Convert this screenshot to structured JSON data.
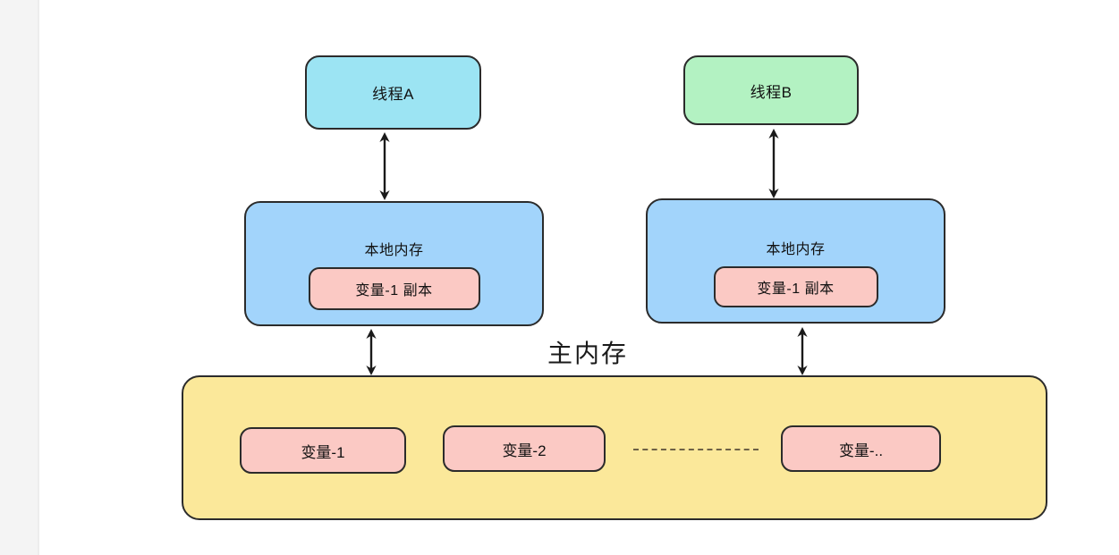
{
  "diagram": {
    "title_main_memory": "主内存",
    "threads": [
      {
        "id": "thread-a",
        "label": "线程A",
        "color": "#9ce4f3"
      },
      {
        "id": "thread-b",
        "label": "线程B",
        "color": "#b3f2c2"
      }
    ],
    "local_memories": [
      {
        "id": "local-mem-a",
        "label": "本地内存",
        "variable": "变量-1 副本",
        "color": "#a2d4fb",
        "variable_color": "#fbc9c4"
      },
      {
        "id": "local-mem-b",
        "label": "本地内存",
        "variable": "变量-1 副本",
        "color": "#a2d4fb",
        "variable_color": "#fbc9c4"
      }
    ],
    "main_memory": {
      "label": "主内存",
      "color": "#fbe89a",
      "variables": [
        {
          "id": "var-1",
          "label": "变量-1"
        },
        {
          "id": "var-2",
          "label": "变量-2"
        },
        {
          "id": "var-n",
          "label": "变量-.."
        }
      ],
      "ellipsis_connector": "dashed-line"
    },
    "connectors": [
      {
        "id": "arrow-thread-a-local-mem-a",
        "type": "double-headed-vertical-arrow"
      },
      {
        "id": "arrow-thread-b-local-mem-b",
        "type": "double-headed-vertical-arrow"
      },
      {
        "id": "arrow-local-mem-a-main-mem",
        "type": "double-headed-vertical-arrow"
      },
      {
        "id": "arrow-local-mem-b-main-mem",
        "type": "double-headed-vertical-arrow"
      }
    ]
  }
}
